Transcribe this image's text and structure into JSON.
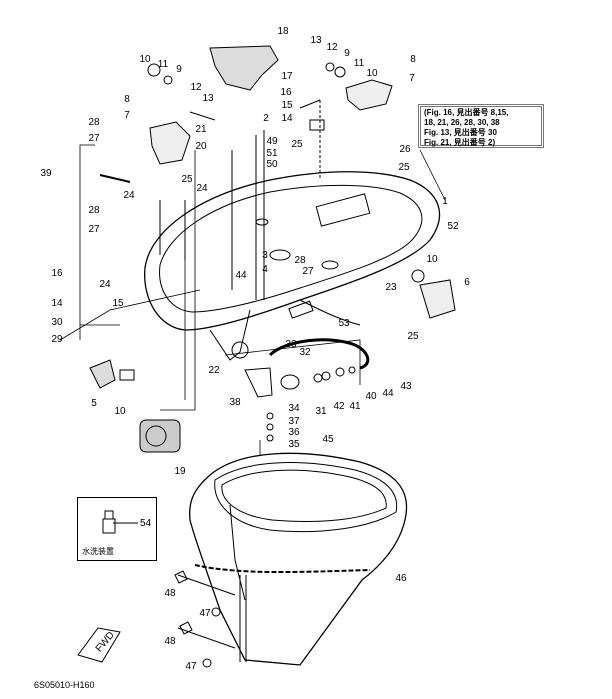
{
  "diagram": {
    "reference_note": {
      "lines": [
        "(Fig. 16, 見出番号 8,15,",
        "18, 21, 26, 28, 30, 38",
        "Fig. 13, 見出番号 30",
        "Fig. 21, 見出番号 2)"
      ]
    },
    "inset": {
      "label": "水洗装置",
      "part": "54"
    },
    "fwd_arrow": "FWD",
    "drawing_code": "6S05010-H160",
    "callouts": [
      "18",
      "13",
      "12",
      "9",
      "11",
      "10",
      "8",
      "7",
      "17",
      "10",
      "11",
      "9",
      "12",
      "13",
      "16",
      "15",
      "14",
      "8",
      "7",
      "28",
      "27",
      "21",
      "2",
      "49",
      "51",
      "50",
      "25",
      "20",
      "26",
      "25",
      "24",
      "39",
      "24",
      "25",
      "1",
      "28",
      "27",
      "52",
      "3",
      "28",
      "4",
      "27",
      "44",
      "16",
      "24",
      "15",
      "14",
      "10",
      "6",
      "23",
      "30",
      "29",
      "53",
      "25",
      "33",
      "32",
      "22",
      "43",
      "5",
      "10",
      "44",
      "40",
      "41",
      "42",
      "31",
      "38",
      "34",
      "37",
      "36",
      "35",
      "45",
      "19",
      "46",
      "48",
      "47",
      "48",
      "47"
    ]
  }
}
